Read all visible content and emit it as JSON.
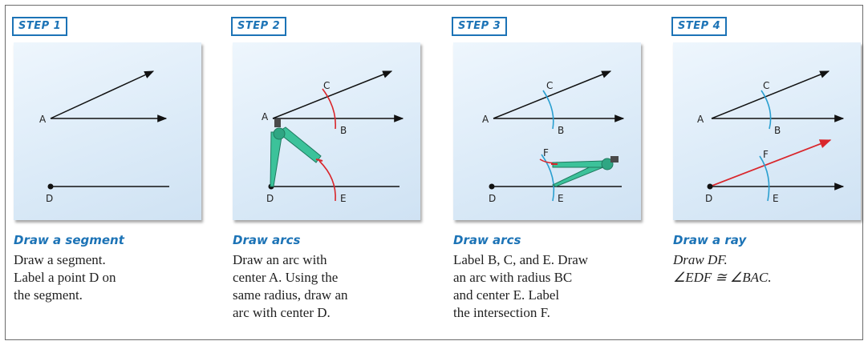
{
  "steps": [
    {
      "badge": "STEP 1",
      "title": "Draw a segment",
      "lines": [
        "Draw a segment.",
        "Label a point D on",
        "the segment."
      ],
      "labels": {
        "A": "A",
        "D": "D"
      }
    },
    {
      "badge": "STEP 2",
      "title": "Draw arcs",
      "lines": [
        "Draw an arc with",
        "center A. Using the",
        "same radius, draw an",
        "arc with center D."
      ],
      "labels": {
        "A": "A",
        "B": "B",
        "C": "C",
        "D": "D",
        "E": "E"
      }
    },
    {
      "badge": "STEP 3",
      "title": "Draw arcs",
      "lines": [
        "Label B, C, and E. Draw",
        "an arc with radius BC",
        "and center E. Label",
        "the intersection F."
      ],
      "labels": {
        "A": "A",
        "B": "B",
        "C": "C",
        "D": "D",
        "E": "E",
        "F": "F"
      }
    },
    {
      "badge": "STEP 4",
      "title": "Draw a ray",
      "lines": [
        "Draw DF.",
        "∠EDF ≅ ∠BAC."
      ],
      "labels": {
        "A": "A",
        "B": "B",
        "C": "C",
        "D": "D",
        "E": "E",
        "F": "F"
      }
    }
  ],
  "colors": {
    "accent": "#1c73b6",
    "arc_red": "#d9262b",
    "arc_blue": "#2a9fd0",
    "compass": "#3cc29a",
    "ray_red": "#d9262b"
  }
}
